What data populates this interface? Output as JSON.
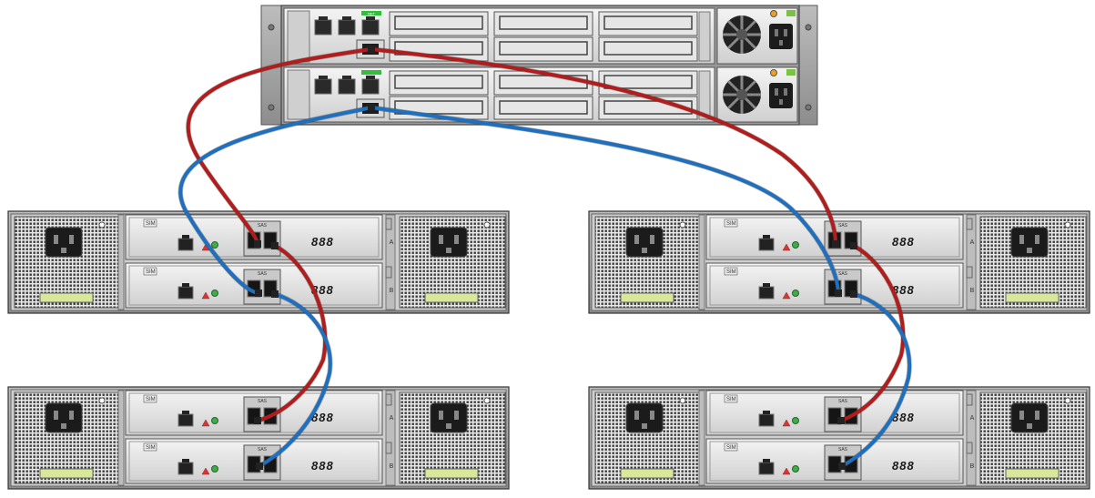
{
  "diagram": {
    "controller": {
      "name": "storage-controller",
      "port_label": "NET",
      "units": [
        "controller-top",
        "controller-bottom"
      ]
    },
    "shelf_io_label": "SIM",
    "shelf_port_label": "SAS",
    "shelf_digits": "888",
    "shelf_module_labels": [
      "A",
      "B"
    ],
    "shelves": [
      {
        "name": "shelf-left-upper"
      },
      {
        "name": "shelf-right-upper"
      },
      {
        "name": "shelf-left-lower"
      },
      {
        "name": "shelf-right-lower"
      }
    ],
    "cables": [
      {
        "name": "red-cable-controller-to-left-shelf",
        "color": "#b11c1c"
      },
      {
        "name": "red-cable-controller-to-right-shelf",
        "color": "#b11c1c"
      },
      {
        "name": "blue-cable-controller-to-left-shelf",
        "color": "#1f6fbf"
      },
      {
        "name": "blue-cable-controller-to-right-shelf",
        "color": "#1f6fbf"
      },
      {
        "name": "red-cable-left-daisy-chain",
        "color": "#b11c1c"
      },
      {
        "name": "blue-cable-left-daisy-chain",
        "color": "#1f6fbf"
      },
      {
        "name": "red-cable-right-daisy-chain",
        "color": "#b11c1c"
      },
      {
        "name": "blue-cable-right-daisy-chain",
        "color": "#1f6fbf"
      }
    ]
  }
}
